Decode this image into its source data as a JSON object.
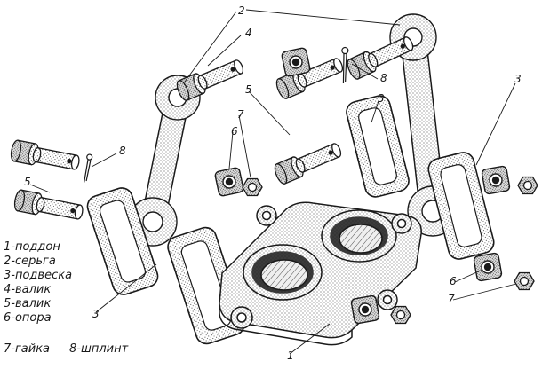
{
  "figure": {
    "type": "exploded-assembly-technical-drawing",
    "background": "#ffffff",
    "ink": "#1a1a1a"
  },
  "legend": {
    "items": [
      "1-поддон",
      "2-серьга",
      "3-подвеска",
      "4-валик",
      "5-валик",
      "6-опора",
      "7-гайка",
      "8-шплинт"
    ]
  },
  "callouts": [
    "2",
    "4",
    "5",
    "7",
    "6",
    "8",
    "3",
    "3",
    "8",
    "5",
    "3",
    "6",
    "7",
    "1"
  ]
}
